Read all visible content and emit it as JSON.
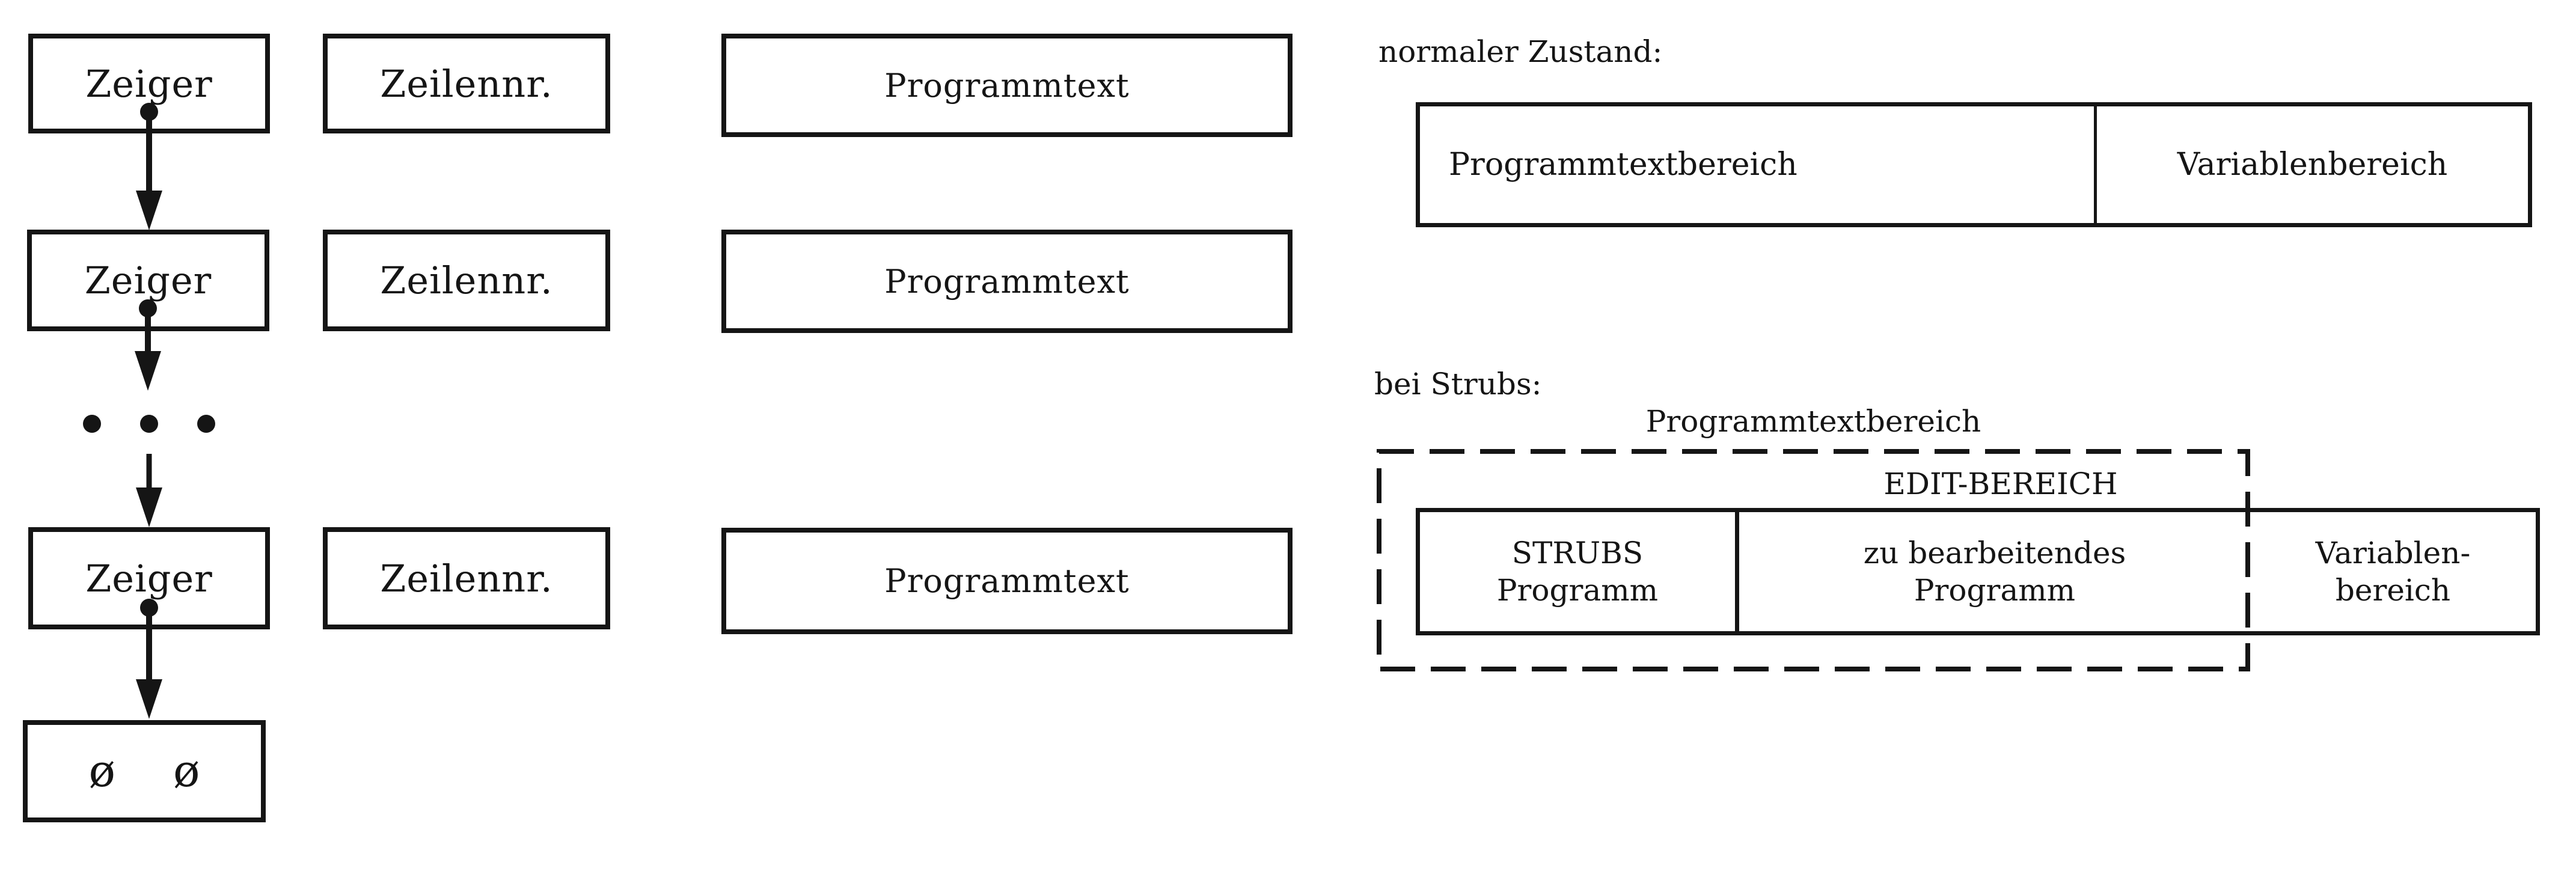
{
  "colors": {
    "ink": "#151515",
    "paper": "#ffffff"
  },
  "left_diagram": {
    "rows": [
      {
        "zeiger": "Zeiger",
        "zeilennr": "Zeilennr.",
        "programmtext": "Programmtext"
      },
      {
        "zeiger": "Zeiger",
        "zeilennr": "Zeilennr.",
        "programmtext": "Programmtext"
      },
      {
        "zeiger": "Zeiger",
        "zeilennr": "Zeilennr.",
        "programmtext": "Programmtext"
      }
    ],
    "null_box": {
      "symbol_left": "ø",
      "symbol_right": "ø"
    }
  },
  "right_diagram": {
    "normal_state": {
      "caption": "normaler Zustand:",
      "cells": {
        "program_text_area": "Programmtextbereich",
        "variable_area": "Variablenbereich"
      }
    },
    "strubs_state": {
      "caption": "bei Strubs:",
      "area_caption": "Programmtextbereich",
      "edit_area_caption": "EDIT-BEREICH",
      "cells": {
        "strubs_line1": "STRUBS",
        "strubs_line2": "Programm",
        "edit_line1": "zu bearbeitendes",
        "edit_line2": "Programm",
        "variable_line1": "Variablen-",
        "variable_line2": "bereich"
      }
    }
  }
}
